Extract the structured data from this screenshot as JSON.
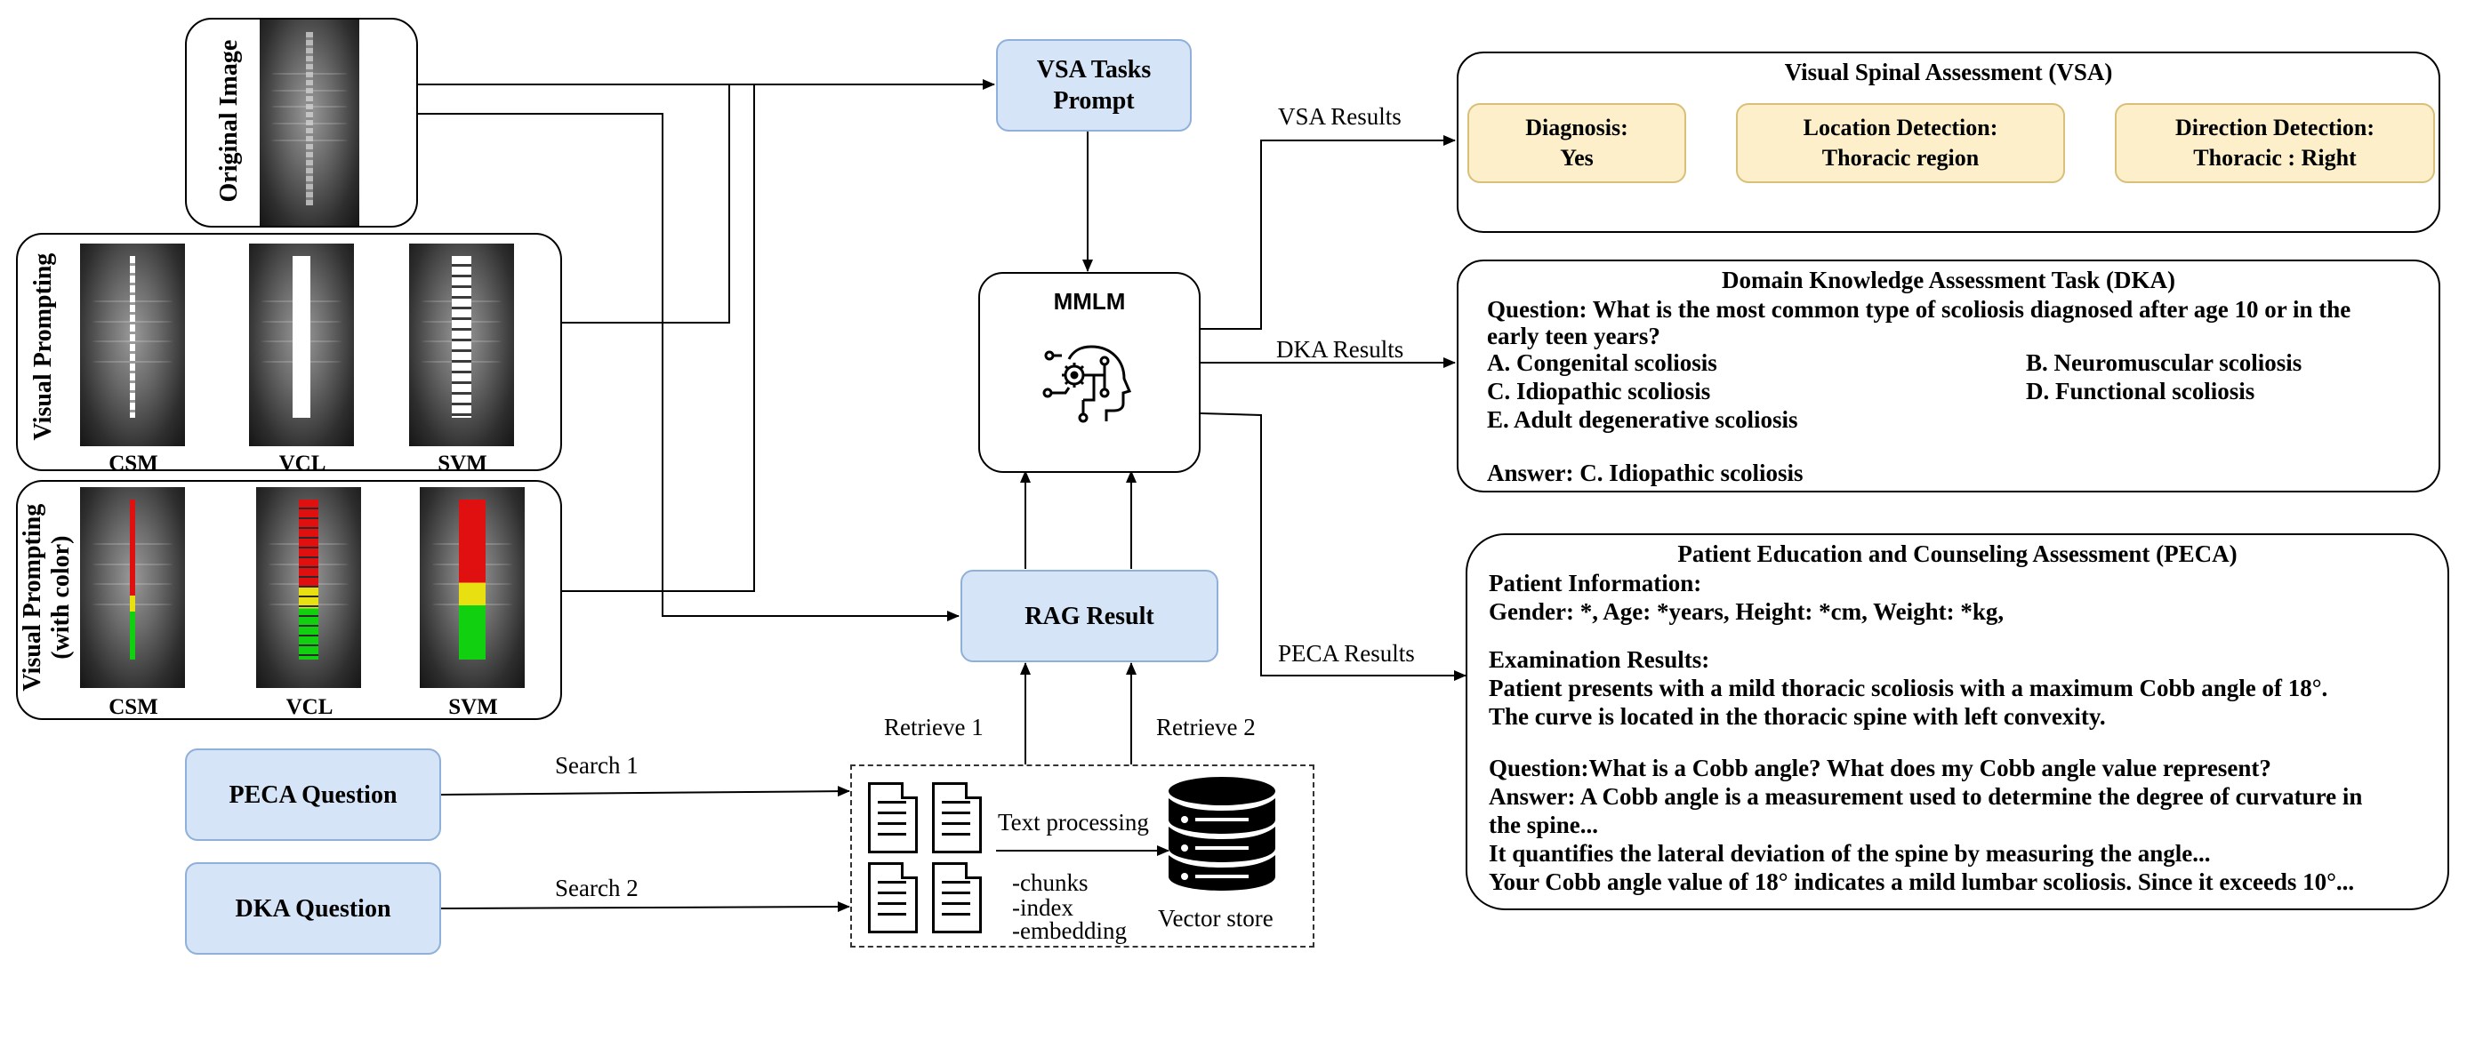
{
  "original_image": {
    "label": "Original Image"
  },
  "visual_prompting": {
    "label": "Visual  Prompting",
    "captions": [
      "CSM",
      "VCL",
      "SVM"
    ]
  },
  "visual_prompting_color": {
    "label_line1": "Visual Prompting",
    "label_line2": "(with color)",
    "captions": [
      "CSM",
      "VCL",
      "SVM"
    ]
  },
  "vsa_prompt": {
    "line1": "VSA Tasks",
    "line2": "Prompt"
  },
  "mmlm": {
    "label": "MMLM"
  },
  "rag": {
    "label": "RAG Result"
  },
  "peca_question": {
    "label": "PECA Question"
  },
  "dka_question": {
    "label": "DKA Question"
  },
  "edges": {
    "search1": "Search 1",
    "search2": "Search 2",
    "retrieve1": "Retrieve 1",
    "retrieve2": "Retrieve 2",
    "vsa_results": "VSA Results",
    "dka_results": "DKA Results",
    "peca_results": "PECA Results"
  },
  "vector_store": {
    "text_processing": "Text processing",
    "chunks": "-chunks",
    "index": "-index",
    "embedding": "-embedding",
    "label": "Vector store"
  },
  "vsa": {
    "title": "Visual Spinal Assessment (VSA)",
    "cards": [
      {
        "line1": "Diagnosis:",
        "line2": "Yes"
      },
      {
        "line1": "Location Detection:",
        "line2": "Thoracic region"
      },
      {
        "line1": "Direction Detection:",
        "line2": "Thoracic : Right"
      }
    ]
  },
  "dka": {
    "title": "Domain Knowledge Assessment Task (DKA)",
    "question_line1": "Question: What is the most common type of scoliosis diagnosed after age 10 or in the",
    "question_line2": "early teen years?",
    "options": {
      "a": "A. Congenital scoliosis",
      "b": "B. Neuromuscular scoliosis",
      "c": "C. Idiopathic scoliosis",
      "d": "D. Functional scoliosis",
      "e": "E. Adult degenerative scoliosis"
    },
    "answer": "Answer: C. Idiopathic scoliosis"
  },
  "peca": {
    "title": "Patient Education and Counseling Assessment (PECA)",
    "patient_info_heading": "Patient Information:",
    "patient_info": "Gender: *, Age: *years, Height: *cm, Weight: *kg,",
    "exam_heading": "Examination Results:",
    "exam_line1": "Patient presents with a mild thoracic scoliosis with a maximum Cobb angle of 18°.",
    "exam_line2": "The curve is located in the thoracic spine with left convexity.",
    "question": "Question:What is a Cobb angle? What does my Cobb angle value represent?",
    "answer_line1": "Answer: A Cobb angle is a measurement used to determine the degree of curvature in",
    "answer_line2": "the spine...",
    "answer_line3": "It quantifies the lateral deviation of the spine by measuring the angle...",
    "answer_line4": "Your Cobb angle value of 18° indicates a mild lumbar scoliosis. Since it exceeds 10°..."
  },
  "colors": {
    "blue_box": "#d5e4f6",
    "yellow_box": "#fcefc9",
    "spine_red": "#e01010",
    "spine_yellow": "#e8e010",
    "spine_green": "#10d010"
  }
}
